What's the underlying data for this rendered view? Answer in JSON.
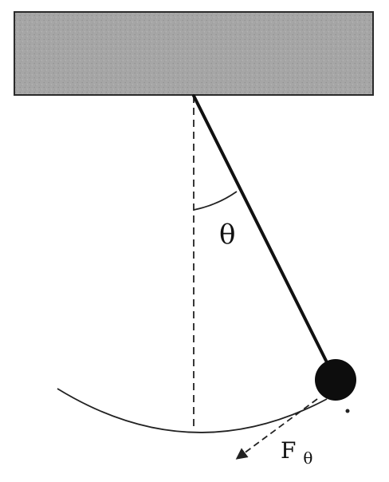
{
  "diagram": {
    "angle_label": "θ",
    "force_label_main": "F",
    "force_label_sub": "θ",
    "colors": {
      "support_fill": "#a9a9a9",
      "support_stroke": "#2a2a2a",
      "rod": "#111111",
      "bob": "#0d0d0d",
      "dashed_line": "#222222",
      "arc": "#222222",
      "force_arrow": "#222222"
    }
  }
}
